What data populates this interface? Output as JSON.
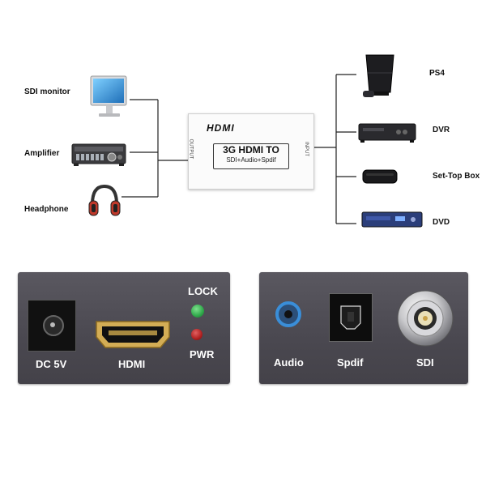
{
  "diagram": {
    "left_devices": [
      {
        "label": "SDI monitor",
        "icon": "monitor-icon"
      },
      {
        "label": "Amplifier",
        "icon": "amplifier-icon"
      },
      {
        "label": "Headphone",
        "icon": "headphone-icon"
      }
    ],
    "right_devices": [
      {
        "label": "PS4",
        "icon": "console-icon"
      },
      {
        "label": "DVR",
        "icon": "dvr-icon"
      },
      {
        "label": "Set-Top Box",
        "icon": "settop-box-icon"
      },
      {
        "label": "DVD",
        "icon": "dvd-player-icon"
      }
    ],
    "converter": {
      "brand": "HDMI",
      "model_line1": "3G HDMI TO",
      "model_line2": "SDI+Audio+Spdif",
      "side_left": "OUTPUT",
      "side_right": "INPUT"
    }
  },
  "panels": {
    "front": {
      "dc_label": "DC 5V",
      "hdmi_label": "HDMI",
      "lock_label": "LOCK",
      "pwr_label": "PWR"
    },
    "back": {
      "audio_label": "Audio",
      "spdif_label": "Spdif",
      "sdi_label": "SDI"
    }
  },
  "colors": {
    "panel": "#4a4850",
    "lock_led": "#2fa84a",
    "pwr_led": "#b02020",
    "audio_ring": "#3a8ed8",
    "hdmi_gold": "#c9a24a"
  }
}
